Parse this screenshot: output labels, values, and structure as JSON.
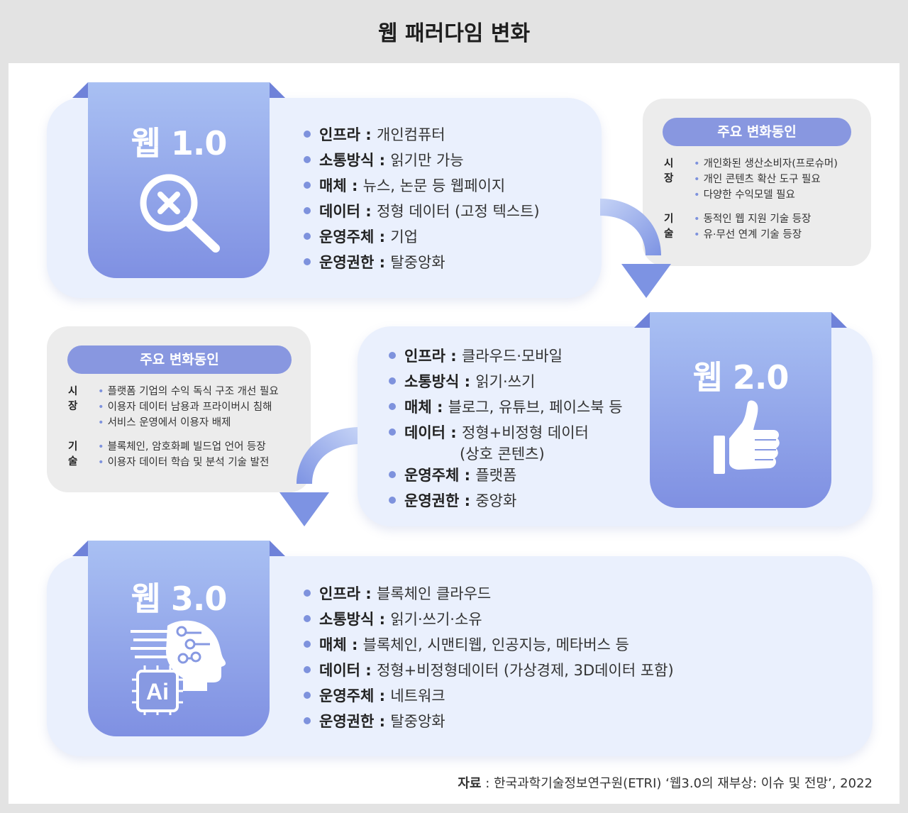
{
  "title": "웹 패러다임 변화",
  "web1": {
    "title": "웹 1.0",
    "items": [
      {
        "key": "인프라",
        "value": "개인컴퓨터"
      },
      {
        "key": "소통방식",
        "value": "읽기만 가능"
      },
      {
        "key": "매체",
        "value": "뉴스, 논문 등 웹페이지"
      },
      {
        "key": "데이터",
        "value": "정형 데이터 (고정 텍스트)"
      },
      {
        "key": "운영주체",
        "value": "기업"
      },
      {
        "key": "운영권한",
        "value": "탈중앙화"
      }
    ]
  },
  "web2": {
    "title": "웹 2.0",
    "items": [
      {
        "key": "인프라",
        "value": "클라우드·모바일"
      },
      {
        "key": "소통방식",
        "value": "읽기·쓰기"
      },
      {
        "key": "매체",
        "value": "블로그, 유튜브, 페이스북 등"
      },
      {
        "key": "데이터",
        "value": "정형+비정형 데이터",
        "value2": "(상호 콘텐츠)"
      },
      {
        "key": "운영주체",
        "value": "플랫폼"
      },
      {
        "key": "운영권한",
        "value": "중앙화"
      }
    ]
  },
  "web3": {
    "title": "웹 3.0",
    "chip_label": "Ai",
    "items": [
      {
        "key": "인프라",
        "value": "블록체인 클라우드"
      },
      {
        "key": "소통방식",
        "value": "읽기·쓰기·소유"
      },
      {
        "key": "매체",
        "value": "블록체인, 시맨티웹, 인공지능, 메타버스 등"
      },
      {
        "key": "데이터",
        "value": "정형+비정형데이터 (가상경제, 3D데이터 포함)"
      },
      {
        "key": "운영주체",
        "value": "네트워크"
      },
      {
        "key": "운영권한",
        "value": "탈중앙화"
      }
    ]
  },
  "drivers1": {
    "heading": "주요 변화동인",
    "market_label": "시장",
    "market": [
      "개인화된 생산소비자(프로슈머)",
      "개인 콘텐츠 확산 도구 필요",
      "다양한 수익모델 필요"
    ],
    "tech_label": "기술",
    "tech": [
      "동적인 웹 지원 기술 등장",
      "유·무선 연계 기술 등장"
    ]
  },
  "drivers2": {
    "heading": "주요 변화동인",
    "market_label": "시장",
    "market": [
      "플랫폼 기업의 수익 독식 구조 개선 필요",
      "이용자 데이터 남용과 프라이버시 침해",
      "서비스 운영에서 이용자 배제"
    ],
    "tech_label": "기술",
    "tech": [
      "블록체인, 암호화폐 빌드업 언어 등장",
      "이용자 데이터 학습 및 분석 기술 발전"
    ]
  },
  "source": {
    "label": "자료",
    "text": " : 한국과학기술정보연구원(ETRI) ‘웹3.0의 재부상: 이슈 및 전망’, 2022"
  },
  "colors": {
    "accent": "#7f90e2",
    "panel": "#eaf0fd",
    "driver_bg": "#ececec"
  }
}
